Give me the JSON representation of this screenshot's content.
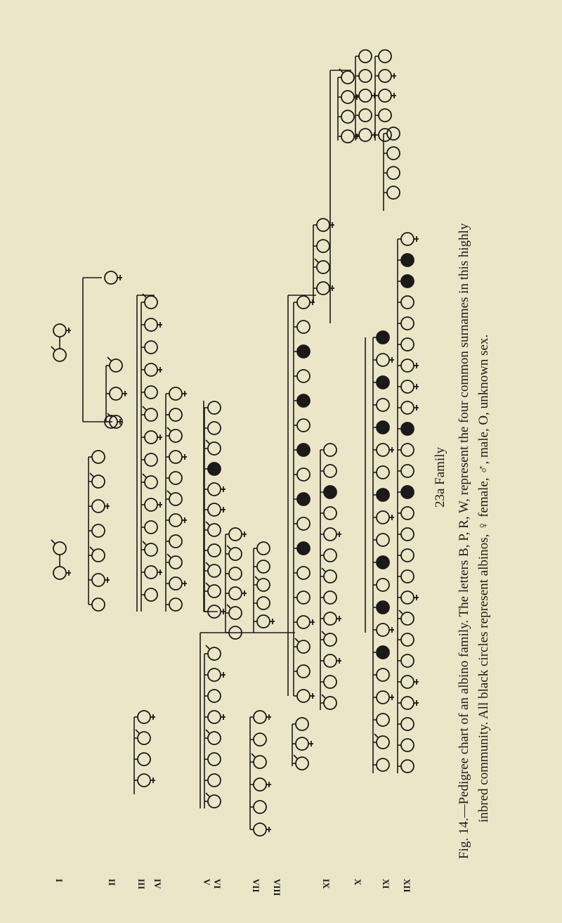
{
  "caption": {
    "family_label": "23a Family",
    "line1": "Fig. 14.—Pedigree chart of an albino family.  The letters B, P, R, W, represent the four common surnames in this highly",
    "line2": "inbred community.  All black circles represent albinos, ♀ female, ♂, male, O, unknown sex."
  },
  "generations": [
    "I",
    "II",
    "III",
    "IV",
    "V",
    "VI",
    "VII",
    "VIII",
    "IX",
    "X",
    "XI",
    "XII"
  ],
  "legend": {
    "albino": "filled black circle",
    "female": "♀",
    "male": "♂",
    "unknown": "O"
  },
  "colors": {
    "paper": "#ece6c8",
    "ink": "#1a1a1a"
  }
}
